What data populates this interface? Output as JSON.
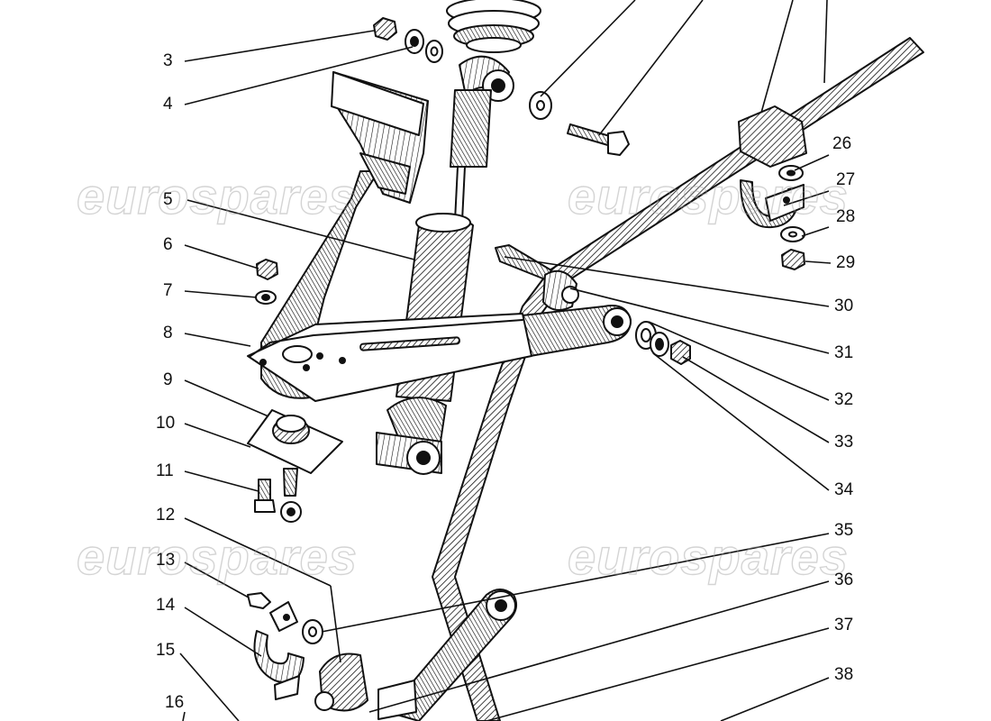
{
  "watermark": {
    "text": "eurospares",
    "stroke_color": "#a0a0a0"
  },
  "diagram": {
    "line_color": "#111111",
    "callouts": [
      "3",
      "4",
      "5",
      "6",
      "7",
      "8",
      "9",
      "10",
      "11",
      "12",
      "13",
      "14",
      "15",
      "16",
      "26",
      "27",
      "28",
      "29",
      "30",
      "31",
      "32",
      "33",
      "34",
      "35",
      "36",
      "37",
      "38"
    ],
    "parts": [
      "coil-spring",
      "shock-absorber",
      "upper-wishbone",
      "mounting-bracket",
      "ball-joint",
      "anti-roll-bar",
      "anti-roll-bar-clamp",
      "link-rod",
      "lower-arm",
      "bolt",
      "nut",
      "washer",
      "bush"
    ]
  }
}
